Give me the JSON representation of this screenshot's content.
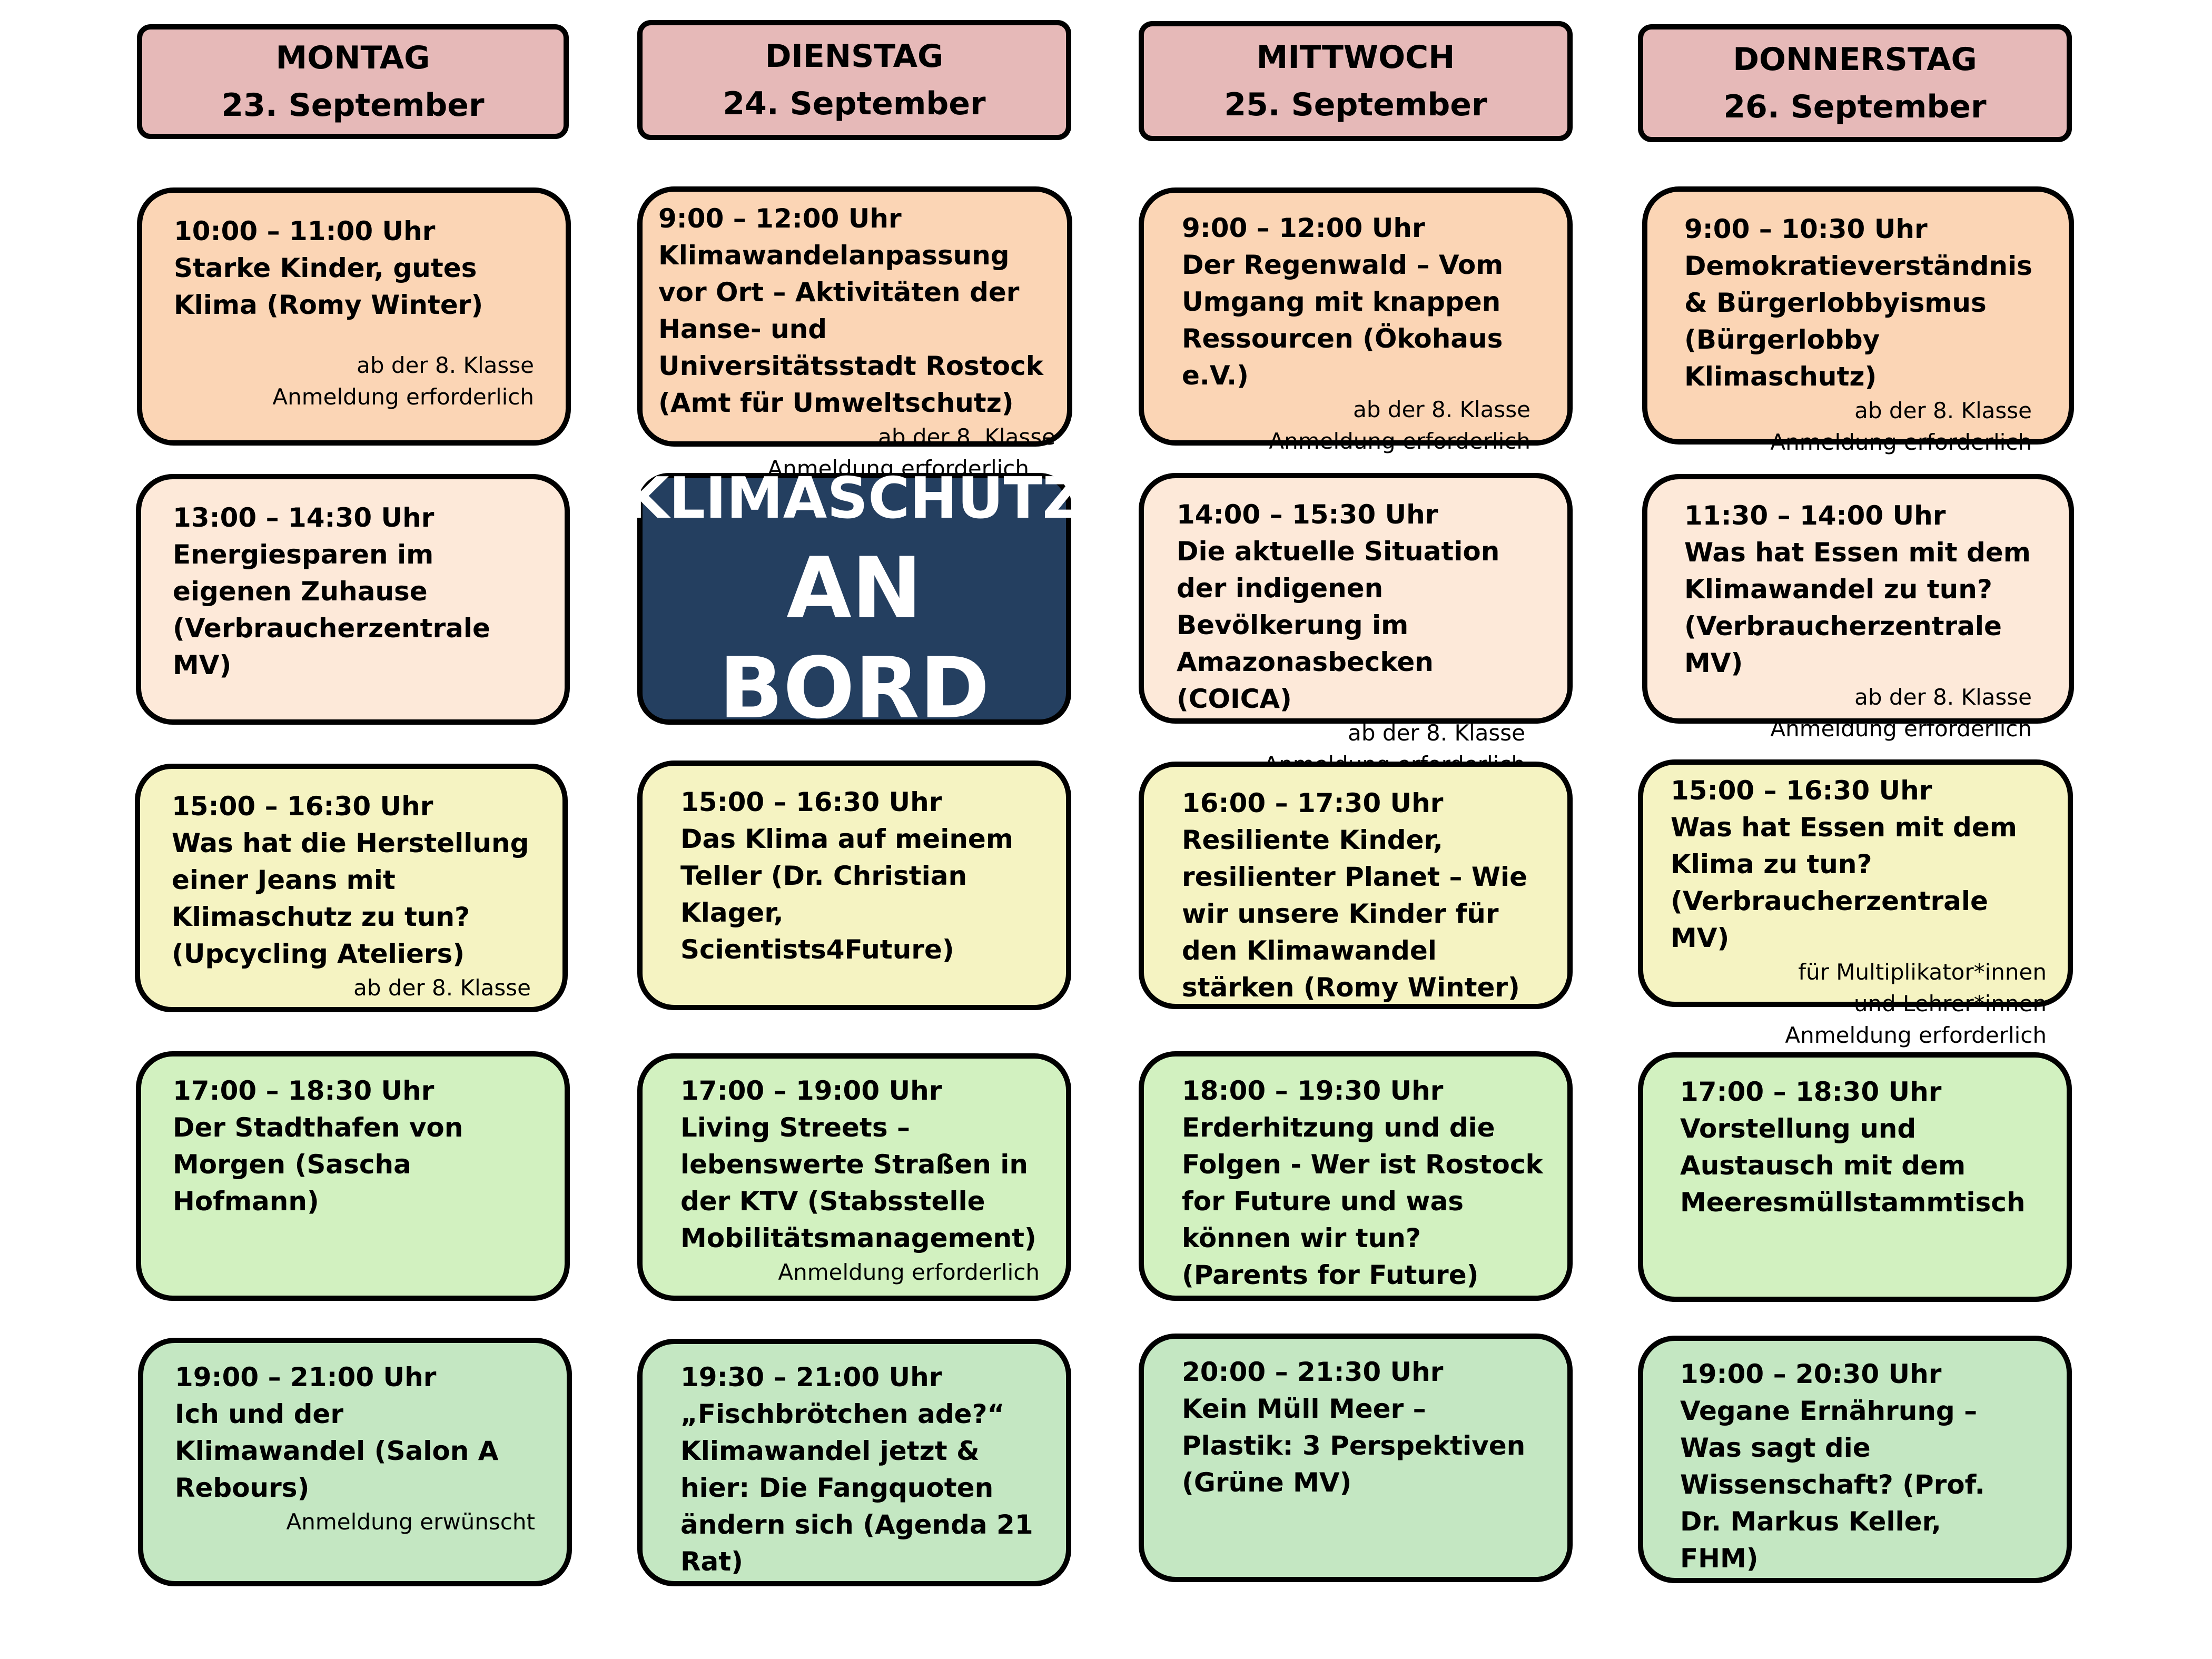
{
  "days": [
    {
      "name": "MONTAG",
      "date": "23. September"
    },
    {
      "name": "DIENSTAG",
      "date": "24. September"
    },
    {
      "name": "MITTWOCH",
      "date": "25. September"
    },
    {
      "name": "DONNERSTAG",
      "date": "26. September"
    }
  ],
  "banner": {
    "line1": "KLIMASCHUTZ",
    "line2": "AN BORD"
  },
  "sessions": {
    "mon": [
      {
        "time": "10:00 – 11:00 Uhr",
        "title": "Starke Kinder, gutes Klima (Romy Winter)",
        "note1": "ab der 8. Klasse",
        "note2": "Anmeldung erforderlich"
      },
      {
        "time": "13:00 – 14:30 Uhr",
        "title": "Energiesparen im eigenen Zuhause (Verbraucherzentrale MV)"
      },
      {
        "time": "15:00 – 16:30 Uhr",
        "title": "Was hat die Herstellung einer Jeans mit Klimaschutz zu tun? (Upcycling Ateliers)",
        "note1": "ab der 8. Klasse"
      },
      {
        "time": "17:00 – 18:30 Uhr",
        "title": "Der Stadthafen von Morgen (Sascha Hofmann)"
      },
      {
        "time": "19:00 – 21:00 Uhr",
        "title": "Ich und der Klimawandel (Salon A Rebours)",
        "note1": "Anmeldung erwünscht"
      }
    ],
    "tue": [
      {
        "time": "9:00 – 12:00 Uhr",
        "title": "Klimawandelanpassung vor Ort – Aktivitäten der Hanse- und Universitätsstadt Rostock (Amt für Umweltschutz)",
        "note1": "ab der 8. Klasse",
        "note2": "Anmeldung erforderlich"
      },
      {
        "time": "15:00 – 16:30 Uhr",
        "title": "Das Klima auf meinem Teller (Dr. Christian Klager, Scientists4Future)"
      },
      {
        "time": "17:00 – 19:00 Uhr",
        "title": "Living Streets – lebenswerte Straßen in der KTV (Stabsstelle Mobilitätsmanagement)",
        "note1": "Anmeldung erforderlich"
      },
      {
        "time": "19:30 – 21:00 Uhr",
        "title": "„Fischbrötchen ade?“ Klimawandel jetzt & hier: Die Fangquoten ändern sich (Agenda 21 Rat)"
      }
    ],
    "wed": [
      {
        "time": "9:00 – 12:00 Uhr",
        "title": "Der Regenwald – Vom Umgang mit knappen Ressourcen (Ökohaus e.V.)",
        "note1": "ab der 8. Klasse",
        "note2": "Anmeldung erforderlich"
      },
      {
        "time": "14:00 – 15:30 Uhr",
        "title": "Die aktuelle Situation der indigenen Bevölkerung im Amazonasbecken (COICA)",
        "note1": "ab der 8. Klasse",
        "note2": "Anmeldung erforderlich"
      },
      {
        "time": "16:00 – 17:30 Uhr",
        "title": "Resiliente Kinder, resilienter Planet – Wie wir unsere Kinder für den Klimawandel stärken (Romy Winter)"
      },
      {
        "time": "18:00 – 19:30 Uhr",
        "title": "Erderhitzung und die Folgen - Wer ist Rostock for Future und was können wir tun? (Parents for Future)"
      },
      {
        "time": "20:00 – 21:30 Uhr",
        "title": "Kein Müll Meer – Plastik: 3 Perspektiven (Grüne MV)"
      }
    ],
    "thu": [
      {
        "time": "9:00 – 10:30 Uhr",
        "title": "Demokratieverständnis & Bürgerlobbyismus (Bürgerlobby Klimaschutz)",
        "note1": "ab der 8. Klasse",
        "note2": "Anmeldung erforderlich"
      },
      {
        "time": "11:30 – 14:00 Uhr",
        "title": "Was hat Essen mit dem Klimawandel zu tun? (Verbraucherzentrale MV)",
        "note1": "ab der 8. Klasse",
        "note2": "Anmeldung erforderlich"
      },
      {
        "time": "15:00 – 16:30 Uhr",
        "title": "Was hat Essen mit dem Klima zu tun? (Verbraucherzentrale MV)",
        "note1": "für Multiplikator*innen und Lehrer*innen",
        "note2": "Anmeldung erforderlich"
      },
      {
        "time": "17:00 – 18:30 Uhr",
        "title": "Vorstellung und Austausch mit dem Meeresmüllstammtisch"
      },
      {
        "time": "19:00 – 20:30 Uhr",
        "title": "Vegane Ernährung – Was sagt die Wissenschaft? (Prof. Dr. Markus Keller, FHM)"
      }
    ]
  },
  "colors": {
    "header": "#e6b9b8",
    "row1": "#fbd5b5",
    "row2": "#fde9d9",
    "row3": "#f5f3c2",
    "row4": "#d2f1c0",
    "row5": "#c4e7c2",
    "banner": "#243f60"
  }
}
